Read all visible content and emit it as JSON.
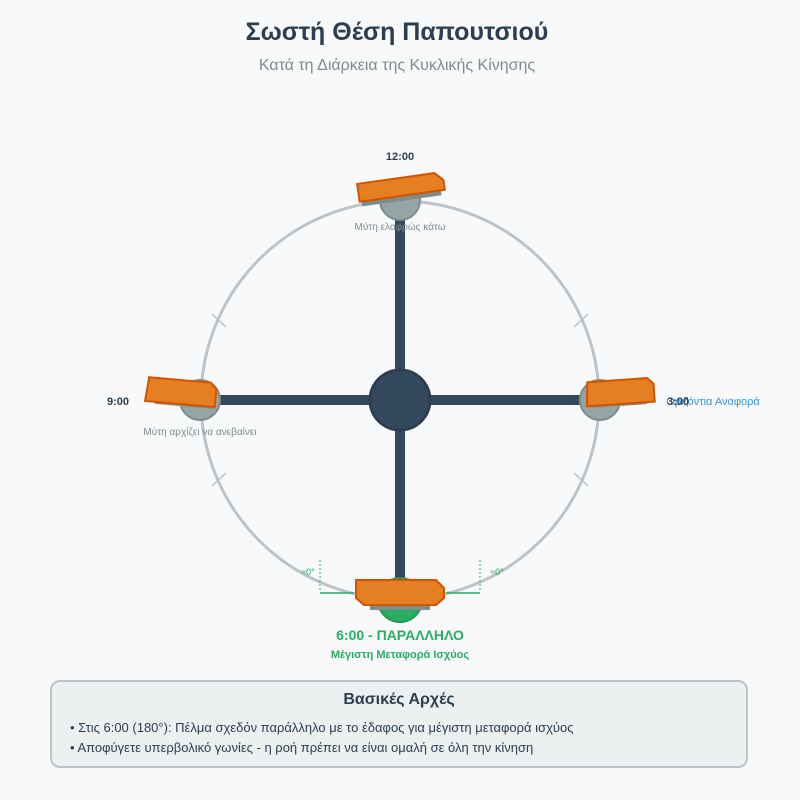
{
  "header": {
    "title": "Σωστή Θέση Παπουτσιού",
    "subtitle": "Κατά τη Διάρκεια της Κυκλικής Κίνησης"
  },
  "positions": {
    "top": {
      "clock": "12:00",
      "note": "Μύτη ελαφρώς κάτω"
    },
    "left": {
      "clock": "9:00",
      "note": "Μύτη αρχίζει να ανεβαίνει"
    },
    "right": {
      "clock": "3:00",
      "reference": "Οριζόντια Αναφορά"
    },
    "bottom": {
      "label": "6:00 - ΠΑΡΑΛΛΗΛΟ",
      "sublabel": "Μέγιστη Μεταφορά Ισχύος"
    }
  },
  "angle_markers": {
    "left": "≈0°",
    "right": "≈0°"
  },
  "principles": {
    "title": "Βασικές Αρχές",
    "items": [
      "• Στις 6:00 (180°): Πέλμα σχεδόν παράλληλο με το έδαφος για μέγιστη μεταφορά ισχύος",
      "• Αποφύγετε υπερβολικό γωνίες - η ροή πρέπει να είναι ομαλή σε όλη την κίνηση"
    ]
  },
  "colors": {
    "crank": "#34495e",
    "hub": "#2c3e50",
    "shoe": "#e67e22",
    "shoe_outline": "#d35400",
    "pedal": "#95a5a6",
    "highlight": "#27ae60",
    "circle": "#bdc3c7",
    "reference": "#3498db"
  }
}
